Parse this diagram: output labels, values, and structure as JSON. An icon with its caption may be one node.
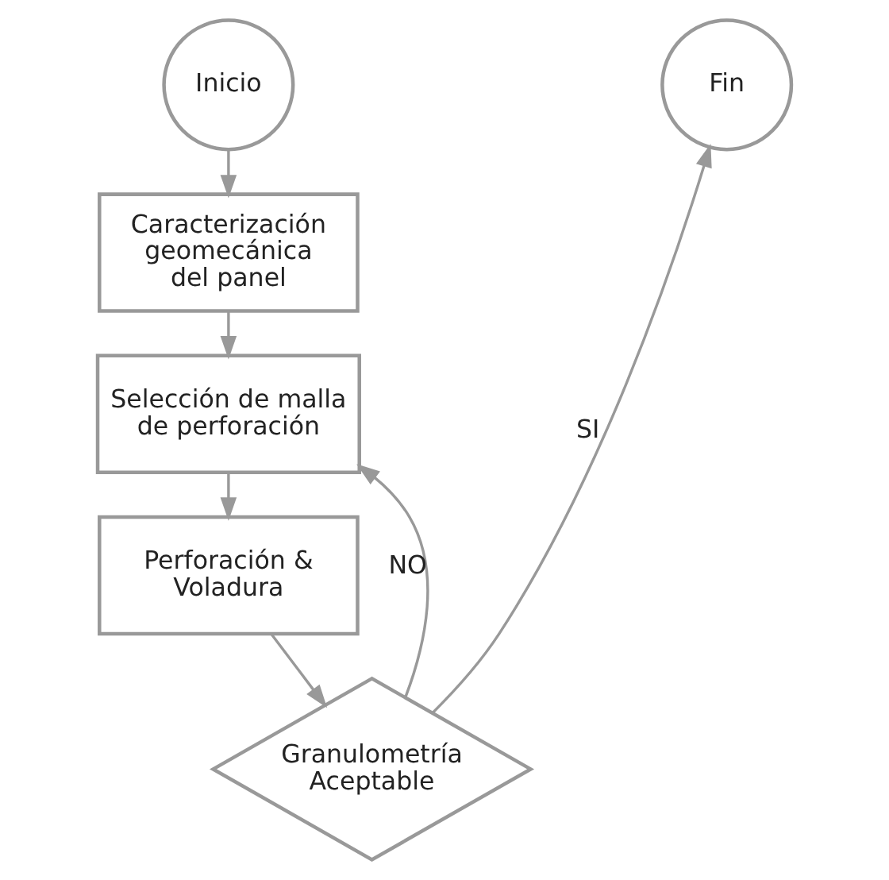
{
  "diagram": {
    "nodes": [
      {
        "text": [
          "Inicio"
        ]
      },
      {
        "text": [
          "Caracterización geomecánica del panel"
        ]
      },
      {
        "text": [
          "Selección de malla de perforación"
        ]
      },
      {
        "text": [
          "Perforación & Voladura"
        ]
      },
      {
        "text": [
          "Granulometría Aceptable"
        ]
      },
      {
        "text": [
          "Fin"
        ]
      }
    ],
    "edges": [
      {
        "from": 0,
        "to": 1,
        "arrow": "to"
      },
      {
        "from": 1,
        "to": 2,
        "arrow": "to"
      },
      {
        "from": 2,
        "to": 3,
        "arrow": "to"
      },
      {
        "from": 3,
        "to": 4,
        "arrow": "to"
      },
      {
        "from": 4,
        "to": 2,
        "arrow": "to",
        "label": "NO"
      },
      {
        "from": 4,
        "to": 5,
        "arrow": "to",
        "label": "SI"
      }
    ]
  }
}
